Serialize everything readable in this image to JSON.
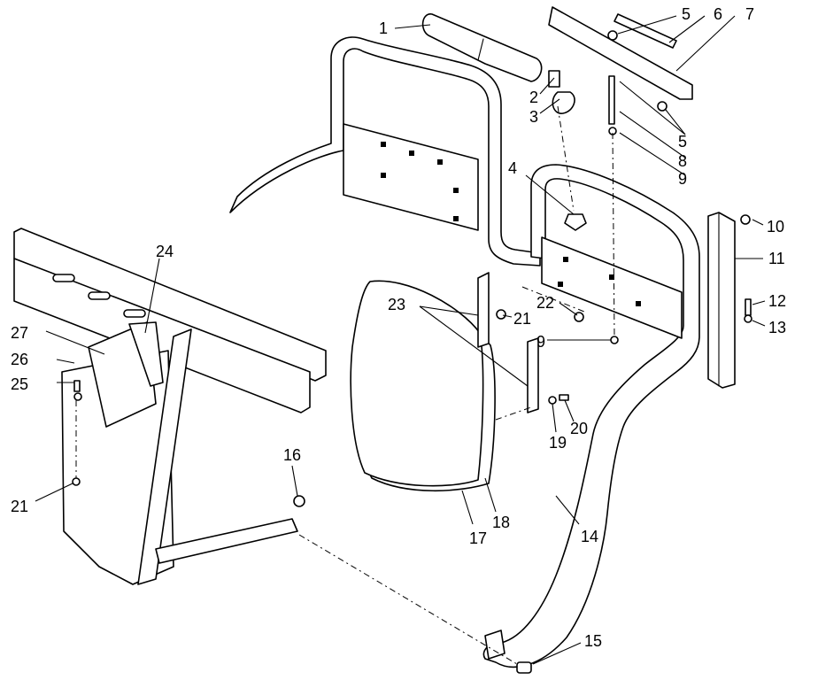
{
  "callouts": [
    {
      "id": "c1",
      "text": "1"
    },
    {
      "id": "c2",
      "text": "2"
    },
    {
      "id": "c3",
      "text": "3"
    },
    {
      "id": "c4",
      "text": "4"
    },
    {
      "id": "c5a",
      "text": "5"
    },
    {
      "id": "c5b",
      "text": "5"
    },
    {
      "id": "c6",
      "text": "6"
    },
    {
      "id": "c7",
      "text": "7"
    },
    {
      "id": "c8",
      "text": "8"
    },
    {
      "id": "c9a",
      "text": "9"
    },
    {
      "id": "c9b",
      "text": "9"
    },
    {
      "id": "c10",
      "text": "10"
    },
    {
      "id": "c11",
      "text": "11"
    },
    {
      "id": "c12",
      "text": "12"
    },
    {
      "id": "c13",
      "text": "13"
    },
    {
      "id": "c14",
      "text": "14"
    },
    {
      "id": "c15",
      "text": "15"
    },
    {
      "id": "c16",
      "text": "16"
    },
    {
      "id": "c17",
      "text": "17"
    },
    {
      "id": "c18",
      "text": "18"
    },
    {
      "id": "c19",
      "text": "19"
    },
    {
      "id": "c20",
      "text": "20"
    },
    {
      "id": "c21a",
      "text": "21"
    },
    {
      "id": "c21b",
      "text": "21"
    },
    {
      "id": "c22",
      "text": "22"
    },
    {
      "id": "c23",
      "text": "23"
    },
    {
      "id": "c24",
      "text": "24"
    },
    {
      "id": "c25",
      "text": "25"
    },
    {
      "id": "c26",
      "text": "26"
    },
    {
      "id": "c27",
      "text": "27"
    }
  ]
}
